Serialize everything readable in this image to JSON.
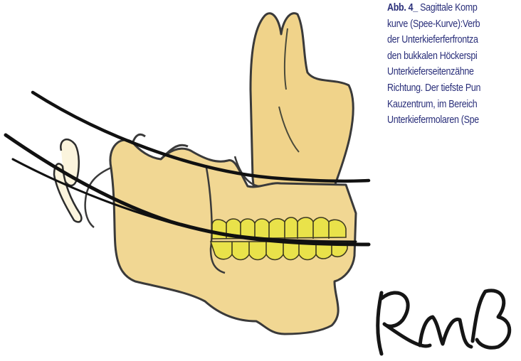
{
  "caption": {
    "lead": "Abb. 4_",
    "lines": [
      " Sagittale Komp",
      "kurve (Spee-Kurve):Verb",
      "der Unterkieferferfrontza",
      "den bukkalen Höckerspi",
      "Unterkieferseitenzähne",
      "Richtung. Der tiefste Pun",
      "Kauzentrum, im Bereich",
      "Unterkiefermolaren (Spe"
    ]
  },
  "signature": {
    "text": "RMB"
  },
  "colors": {
    "caption_text": "#2a2f7a",
    "bone_fill": "#f0d38a",
    "bone_outline": "#3a3a3a",
    "teeth_fill": "#e9e24a",
    "curve_lines": "#111111"
  }
}
